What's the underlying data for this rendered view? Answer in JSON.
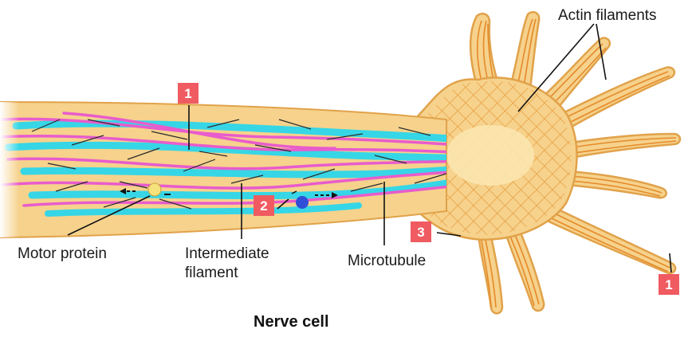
{
  "labels": {
    "actin": "Actin filaments",
    "motor": "Motor protein",
    "intermediate_line1": "Intermediate",
    "intermediate_line2": "filament",
    "microtubule": "Microtubule",
    "title": "Nerve cell"
  },
  "badges": {
    "b1_top": "1",
    "b2": "2",
    "b3": "3",
    "b1_right": "1"
  },
  "colors": {
    "cell_body": "#f6d28c",
    "cell_outline": "#e1a24a",
    "actin_stripe": "#e58a2a",
    "microtubule": "#36d6e6",
    "intermediate": "#e85ccc",
    "badge": "#ef5b61",
    "motor_protein": "#f6e27c",
    "cargo": "#2f4fd8",
    "text": "#1a1a1a"
  }
}
